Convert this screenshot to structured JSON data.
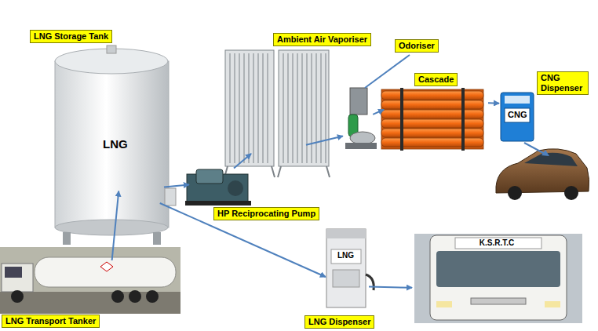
{
  "diagram": {
    "nodes": [
      {
        "text": [
          "LNG Storage Tank",
          "LNG"
        ]
      },
      {
        "text": [
          "Ambient Air Vaporiser"
        ]
      },
      {
        "text": [
          "Odoriser"
        ]
      },
      {
        "text": [
          "Cascade"
        ]
      },
      {
        "text": [
          "CNG Dispenser",
          "CNG"
        ]
      },
      {
        "text": [
          "HP Reciprocating Pump"
        ]
      },
      {
        "text": [
          "LNG Transport Tanker"
        ]
      },
      {
        "text": [
          "LNG Dispenser",
          "LNG"
        ]
      },
      {
        "text": [
          "K.S.R.T.C"
        ]
      }
    ],
    "edges": [
      {
        "from": 6,
        "to": 0,
        "arrow": "to"
      },
      {
        "from": 0,
        "to": 5,
        "arrow": "to"
      },
      {
        "from": 5,
        "to": 1,
        "arrow": "to"
      },
      {
        "from": 1,
        "to": 2,
        "arrow": "to"
      },
      {
        "from": 2,
        "to": 3,
        "arrow": "to"
      },
      {
        "from": 3,
        "to": 4,
        "arrow": "to"
      },
      {
        "from": 0,
        "to": 7,
        "arrow": "to"
      },
      {
        "from": 7,
        "to": 8,
        "arrow": "to"
      }
    ]
  }
}
